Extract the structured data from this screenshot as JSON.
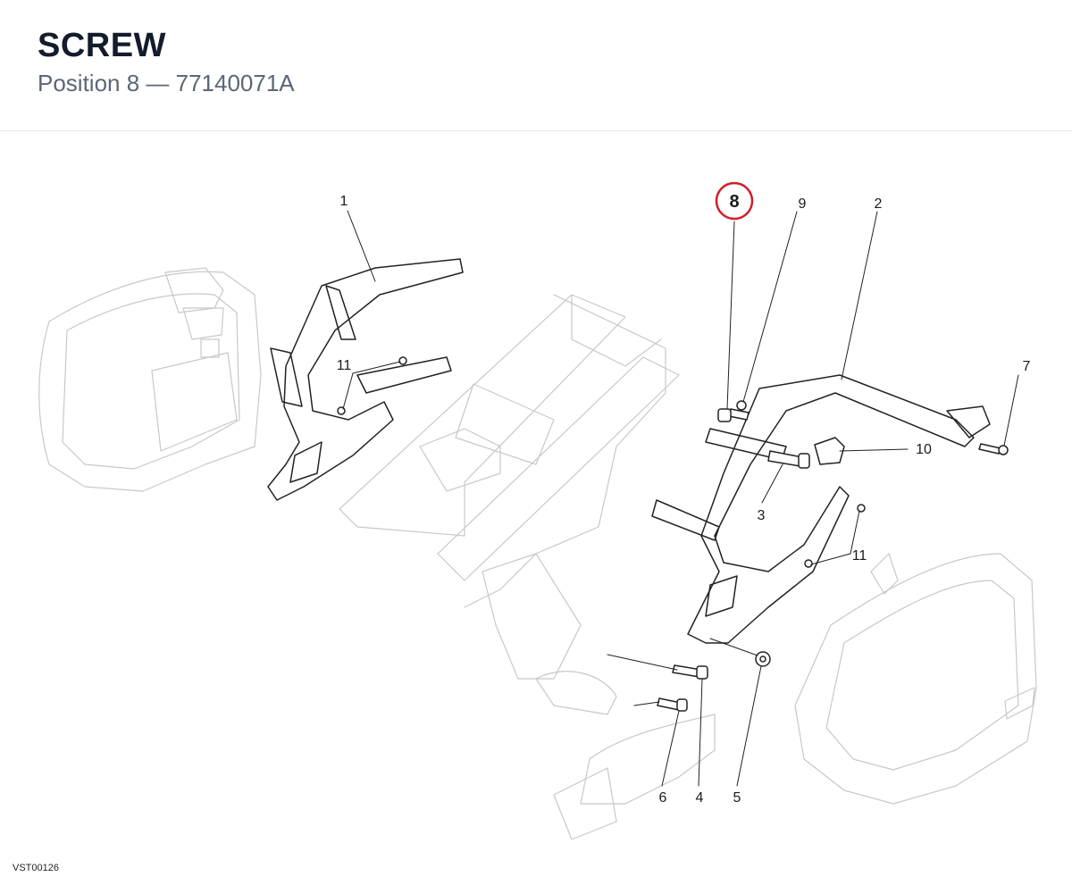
{
  "header": {
    "title": "SCREW",
    "subtitle": "Position 8 — 77140071A"
  },
  "diagram": {
    "highlighted_position": "8",
    "highlight_color": "#d0202a",
    "callouts": [
      "1",
      "2",
      "3",
      "4",
      "5",
      "6",
      "7",
      "8",
      "9",
      "10",
      "11",
      "11"
    ]
  },
  "footer": {
    "reference": "VST00126"
  }
}
